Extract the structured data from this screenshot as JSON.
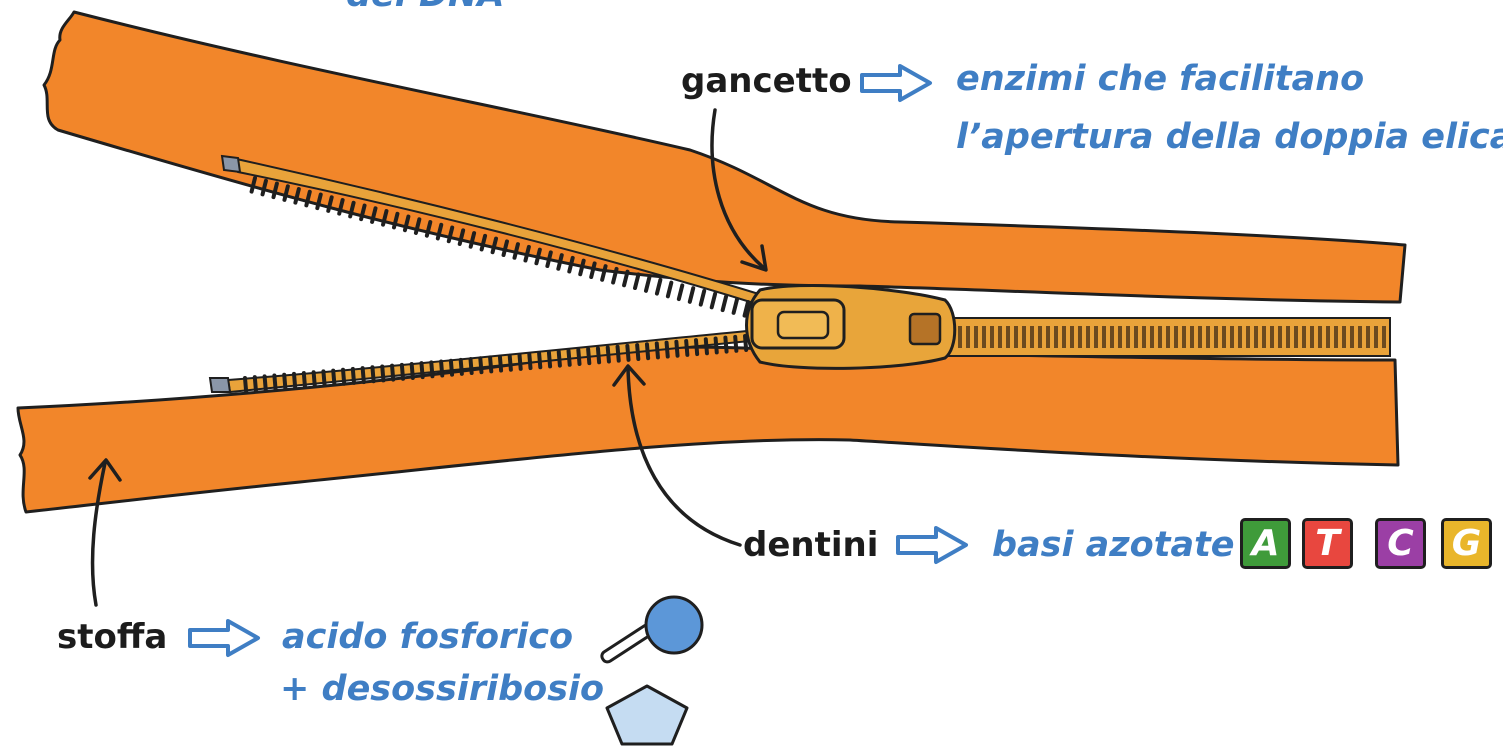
{
  "colors": {
    "accent": "#3f7ec4",
    "ink": "#1c1c1c",
    "fabric": "#f2862a",
    "teeth": "#e9a33a",
    "slider": "#e8a53a",
    "phosphate": "#5c97d8",
    "sugar": "#c5dcf2"
  },
  "header": {
    "partial_text": "del DNA"
  },
  "labels": {
    "gancetto": {
      "term": "gancetto",
      "meaning_line1": "enzimi che facilitano",
      "meaning_line2": "l’apertura della doppia elica"
    },
    "dentini": {
      "term": "dentini",
      "meaning": "basi azotate"
    },
    "stoffa": {
      "term": "stoffa",
      "meaning_line1": "acido fosforico",
      "meaning_line2": "+ desossiribosio"
    }
  },
  "bases": [
    {
      "letter": "A",
      "color": "#3f9b3a",
      "icon": "base-a-tile"
    },
    {
      "letter": "T",
      "color": "#e8473f",
      "icon": "base-t-tile"
    },
    {
      "letter": "C",
      "color": "#9b3fa5",
      "icon": "base-c-tile"
    },
    {
      "letter": "G",
      "color": "#e9b62b",
      "icon": "base-g-tile"
    }
  ],
  "icons": {
    "arrows": "outline-right-arrow-icon",
    "phosphate": "phosphate-circle-icon",
    "sugar": "deoxyribose-pentagon-icon",
    "zipper": "zipper-illustration"
  }
}
